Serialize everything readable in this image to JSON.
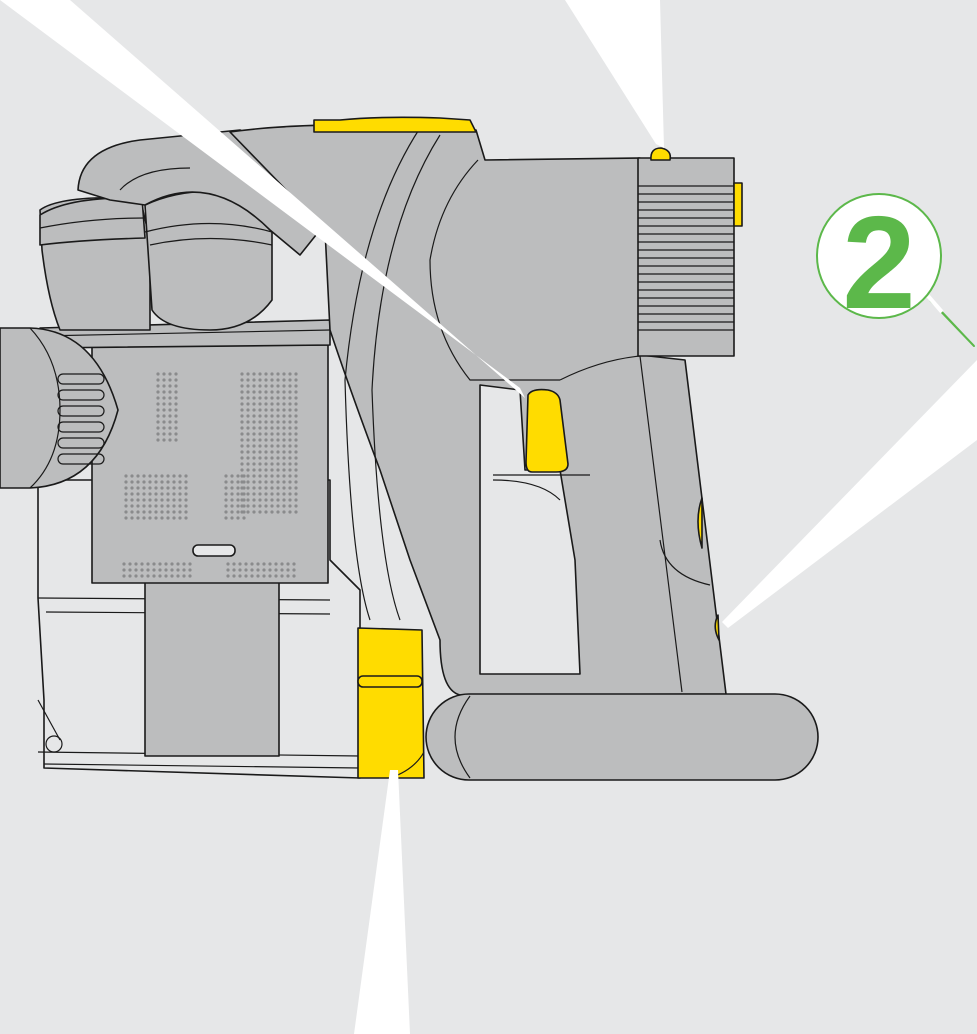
{
  "diagram": {
    "step_number": "2",
    "colors": {
      "background": "#e6e7e8",
      "body_gray": "#bcbdbe",
      "accent_yellow": "#ffdc00",
      "badge_green": "#5cb84a",
      "outline": "#1a1a1a",
      "callout_white": "#ffffff"
    },
    "parts": [
      "handheld-vacuum-body",
      "trigger-button",
      "bin-release-catch",
      "cyclone-release-button",
      "filter-cap",
      "battery-pack",
      "charging-indicator-buttons",
      "nozzle-attachment"
    ]
  }
}
